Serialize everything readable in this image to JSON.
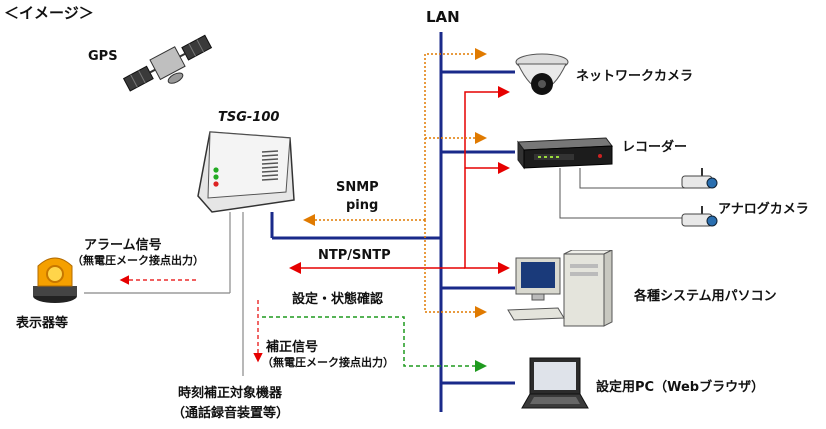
{
  "diagram": {
    "heading": "＜イメージ＞",
    "gps_label": "GPS",
    "device_name": "TSG-100",
    "lan_label": "LAN",
    "snmp_label": "SNMP",
    "ping_label": "ping",
    "ntp_label": "NTP/SNTP",
    "alarm_signal_label": "アラーム信号",
    "alarm_signal_sub": "（無電圧メーク接点出力）",
    "indicator_label": "表示器等",
    "settings_label": "設定・状態確認",
    "correction_signal_label": "補正信号",
    "correction_signal_sub": "（無電圧メーク接点出力）",
    "target_device_label": "時刻補正対象機器",
    "target_device_sub": "（通話録音装置等）",
    "network_camera_label": "ネットワークカメラ",
    "recorder_label": "レコーダー",
    "analog_camera_label": "アナログカメラ",
    "pc_label": "各種システム用パソコン",
    "settings_pc_label": "設定用PC（Webブラウザ）"
  },
  "colors": {
    "lan_line": "#1a2a8a",
    "ntp_arrow": "#e60000",
    "snmp_arrow": "#e07a00",
    "settings_arrow": "#1e9a1e",
    "alarm_arrow": "#e60000",
    "device_body": "#f0f0f0",
    "led_green": "#22aa22",
    "led_red": "#dd2222"
  }
}
